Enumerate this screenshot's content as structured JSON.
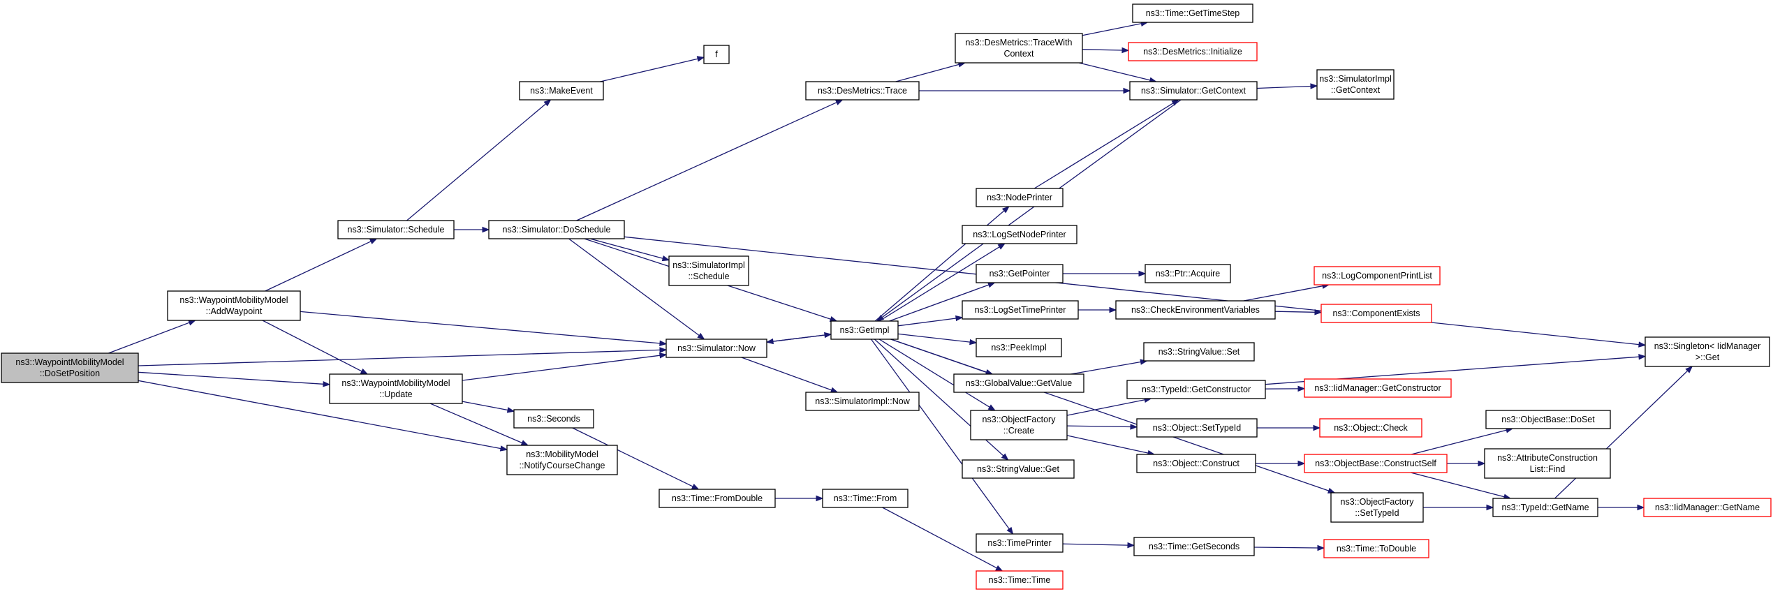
{
  "colors": {
    "edge": "#191970",
    "node_border": "#000000",
    "truncated_border": "#ff0000",
    "root_fill": "#bfbfbf",
    "node_fill": "#ffffff"
  },
  "nodes": [
    {
      "id": "doSetPosition",
      "lines": [
        "ns3::WaypointMobilityModel",
        "::DoSetPosition"
      ],
      "style": "root"
    },
    {
      "id": "addWaypoint",
      "lines": [
        "ns3::WaypointMobilityModel",
        "::AddWaypoint"
      ],
      "style": "normal"
    },
    {
      "id": "wmUpdate",
      "lines": [
        "ns3::WaypointMobilityModel",
        "::Update"
      ],
      "style": "normal"
    },
    {
      "id": "notifyCourse",
      "lines": [
        "ns3::MobilityModel",
        "::NotifyCourseChange"
      ],
      "style": "normal"
    },
    {
      "id": "simSchedule",
      "lines": [
        "ns3::Simulator::Schedule"
      ],
      "style": "normal"
    },
    {
      "id": "makeEvent",
      "lines": [
        "ns3::MakeEvent"
      ],
      "style": "normal"
    },
    {
      "id": "f",
      "lines": [
        "f"
      ],
      "style": "normal"
    },
    {
      "id": "doSchedule",
      "lines": [
        "ns3::Simulator::DoSchedule"
      ],
      "style": "normal"
    },
    {
      "id": "simImplSchedule",
      "lines": [
        "ns3::SimulatorImpl",
        "::Schedule"
      ],
      "style": "normal"
    },
    {
      "id": "simNow",
      "lines": [
        "ns3::Simulator::Now"
      ],
      "style": "normal"
    },
    {
      "id": "simImplNow",
      "lines": [
        "ns3::SimulatorImpl::Now"
      ],
      "style": "normal"
    },
    {
      "id": "seconds",
      "lines": [
        "ns3::Seconds"
      ],
      "style": "normal"
    },
    {
      "id": "fromDouble",
      "lines": [
        "ns3::Time::FromDouble"
      ],
      "style": "normal"
    },
    {
      "id": "timeFrom",
      "lines": [
        "ns3::Time::From"
      ],
      "style": "normal"
    },
    {
      "id": "timeTime",
      "lines": [
        "ns3::Time::Time"
      ],
      "style": "truncated"
    },
    {
      "id": "desTrace",
      "lines": [
        "ns3::DesMetrics::Trace"
      ],
      "style": "normal"
    },
    {
      "id": "traceWithContext",
      "lines": [
        "ns3::DesMetrics::TraceWith",
        "Context"
      ],
      "style": "normal"
    },
    {
      "id": "getTimeStep",
      "lines": [
        "ns3::Time::GetTimeStep"
      ],
      "style": "normal"
    },
    {
      "id": "desInit",
      "lines": [
        "ns3::DesMetrics::Initialize"
      ],
      "style": "truncated"
    },
    {
      "id": "getContext",
      "lines": [
        "ns3::Simulator::GetContext"
      ],
      "style": "normal"
    },
    {
      "id": "simImplGetContext",
      "lines": [
        "ns3::SimulatorImpl",
        "::GetContext"
      ],
      "style": "normal"
    },
    {
      "id": "getImpl",
      "lines": [
        "ns3::GetImpl"
      ],
      "style": "normal"
    },
    {
      "id": "nodePrinter",
      "lines": [
        "ns3::NodePrinter"
      ],
      "style": "normal"
    },
    {
      "id": "logSetNodePrinter",
      "lines": [
        "ns3::LogSetNodePrinter"
      ],
      "style": "normal"
    },
    {
      "id": "getPointer",
      "lines": [
        "ns3::GetPointer"
      ],
      "style": "normal"
    },
    {
      "id": "ptrAcquire",
      "lines": [
        "ns3::Ptr::Acquire"
      ],
      "style": "normal"
    },
    {
      "id": "logSetTimePrinter",
      "lines": [
        "ns3::LogSetTimePrinter"
      ],
      "style": "normal"
    },
    {
      "id": "checkEnv",
      "lines": [
        "ns3::CheckEnvironmentVariables"
      ],
      "style": "normal"
    },
    {
      "id": "logCompPrintList",
      "lines": [
        "ns3::LogComponentPrintList"
      ],
      "style": "truncated"
    },
    {
      "id": "compExists",
      "lines": [
        "ns3::ComponentExists"
      ],
      "style": "truncated"
    },
    {
      "id": "peekImpl",
      "lines": [
        "ns3::PeekImpl"
      ],
      "style": "normal"
    },
    {
      "id": "globalGetValue",
      "lines": [
        "ns3::GlobalValue::GetValue"
      ],
      "style": "normal"
    },
    {
      "id": "stringValueSet",
      "lines": [
        "ns3::StringValue::Set"
      ],
      "style": "normal"
    },
    {
      "id": "objFactoryCreate",
      "lines": [
        "ns3::ObjectFactory",
        "::Create"
      ],
      "style": "normal"
    },
    {
      "id": "getConstructor",
      "lines": [
        "ns3::TypeId::GetConstructor"
      ],
      "style": "normal"
    },
    {
      "id": "iidGetConstructor",
      "lines": [
        "ns3::IidManager::GetConstructor"
      ],
      "style": "truncated"
    },
    {
      "id": "objSetTypeId",
      "lines": [
        "ns3::Object::SetTypeId"
      ],
      "style": "normal"
    },
    {
      "id": "objCheck",
      "lines": [
        "ns3::Object::Check"
      ],
      "style": "truncated"
    },
    {
      "id": "objConstruct",
      "lines": [
        "ns3::Object::Construct"
      ],
      "style": "normal"
    },
    {
      "id": "constructSelf",
      "lines": [
        "ns3::ObjectBase::ConstructSelf"
      ],
      "style": "truncated"
    },
    {
      "id": "doSet",
      "lines": [
        "ns3::ObjectBase::DoSet"
      ],
      "style": "normal"
    },
    {
      "id": "attrFind",
      "lines": [
        "ns3::AttributeConstruction",
        "List::Find"
      ],
      "style": "normal"
    },
    {
      "id": "stringValueGet",
      "lines": [
        "ns3::StringValue::Get"
      ],
      "style": "normal"
    },
    {
      "id": "objFactorySetTypeId",
      "lines": [
        "ns3::ObjectFactory",
        "::SetTypeId"
      ],
      "style": "normal"
    },
    {
      "id": "typeIdGetName",
      "lines": [
        "ns3::TypeId::GetName"
      ],
      "style": "normal"
    },
    {
      "id": "iidGetName",
      "lines": [
        "ns3::IidManager::GetName"
      ],
      "style": "truncated"
    },
    {
      "id": "singletonGet",
      "lines": [
        "ns3::Singleton< IidManager",
        ">::Get"
      ],
      "style": "normal"
    },
    {
      "id": "timePrinter",
      "lines": [
        "ns3::TimePrinter"
      ],
      "style": "normal"
    },
    {
      "id": "getSeconds",
      "lines": [
        "ns3::Time::GetSeconds"
      ],
      "style": "normal"
    },
    {
      "id": "toDouble",
      "lines": [
        "ns3::Time::ToDouble"
      ],
      "style": "truncated"
    }
  ],
  "edges": [
    [
      "doSetPosition",
      "addWaypoint"
    ],
    [
      "doSetPosition",
      "simNow"
    ],
    [
      "doSetPosition",
      "wmUpdate"
    ],
    [
      "doSetPosition",
      "notifyCourse"
    ],
    [
      "addWaypoint",
      "simSchedule"
    ],
    [
      "addWaypoint",
      "simNow"
    ],
    [
      "addWaypoint",
      "wmUpdate"
    ],
    [
      "wmUpdate",
      "simNow"
    ],
    [
      "wmUpdate",
      "seconds"
    ],
    [
      "wmUpdate",
      "notifyCourse"
    ],
    [
      "simSchedule",
      "makeEvent"
    ],
    [
      "simSchedule",
      "doSchedule"
    ],
    [
      "makeEvent",
      "f"
    ],
    [
      "doSchedule",
      "desTrace"
    ],
    [
      "doSchedule",
      "singletonGet"
    ],
    [
      "doSchedule",
      "simImplSchedule"
    ],
    [
      "doSchedule",
      "simNow"
    ],
    [
      "doSchedule",
      "getImpl"
    ],
    [
      "simNow",
      "getImpl"
    ],
    [
      "simNow",
      "simImplNow"
    ],
    [
      "seconds",
      "fromDouble"
    ],
    [
      "fromDouble",
      "timeFrom"
    ],
    [
      "timeFrom",
      "timeTime"
    ],
    [
      "desTrace",
      "traceWithContext"
    ],
    [
      "desTrace",
      "getContext"
    ],
    [
      "traceWithContext",
      "getTimeStep"
    ],
    [
      "traceWithContext",
      "desInit"
    ],
    [
      "traceWithContext",
      "getContext"
    ],
    [
      "getContext",
      "simImplGetContext"
    ],
    [
      "getContext",
      "getImpl"
    ],
    [
      "getImpl",
      "nodePrinter"
    ],
    [
      "getImpl",
      "logSetNodePrinter"
    ],
    [
      "getImpl",
      "getPointer"
    ],
    [
      "getImpl",
      "logSetTimePrinter"
    ],
    [
      "getImpl",
      "peekImpl"
    ],
    [
      "getImpl",
      "globalGetValue"
    ],
    [
      "getImpl",
      "objFactoryCreate"
    ],
    [
      "getImpl",
      "stringValueGet"
    ],
    [
      "getImpl",
      "objFactorySetTypeId"
    ],
    [
      "getImpl",
      "timePrinter"
    ],
    [
      "getImpl",
      "simNow"
    ],
    [
      "nodePrinter",
      "getContext"
    ],
    [
      "getPointer",
      "ptrAcquire"
    ],
    [
      "logSetTimePrinter",
      "checkEnv"
    ],
    [
      "checkEnv",
      "logCompPrintList"
    ],
    [
      "checkEnv",
      "compExists"
    ],
    [
      "globalGetValue",
      "stringValueSet"
    ],
    [
      "objFactoryCreate",
      "getConstructor"
    ],
    [
      "objFactoryCreate",
      "objSetTypeId"
    ],
    [
      "objFactoryCreate",
      "objConstruct"
    ],
    [
      "getConstructor",
      "iidGetConstructor"
    ],
    [
      "getConstructor",
      "singletonGet"
    ],
    [
      "objSetTypeId",
      "objCheck"
    ],
    [
      "objConstruct",
      "constructSelf"
    ],
    [
      "constructSelf",
      "doSet"
    ],
    [
      "constructSelf",
      "attrFind"
    ],
    [
      "constructSelf",
      "typeIdGetName"
    ],
    [
      "objFactorySetTypeId",
      "typeIdGetName"
    ],
    [
      "typeIdGetName",
      "iidGetName"
    ],
    [
      "typeIdGetName",
      "singletonGet"
    ],
    [
      "timePrinter",
      "getSeconds"
    ],
    [
      "getSeconds",
      "toDouble"
    ]
  ]
}
